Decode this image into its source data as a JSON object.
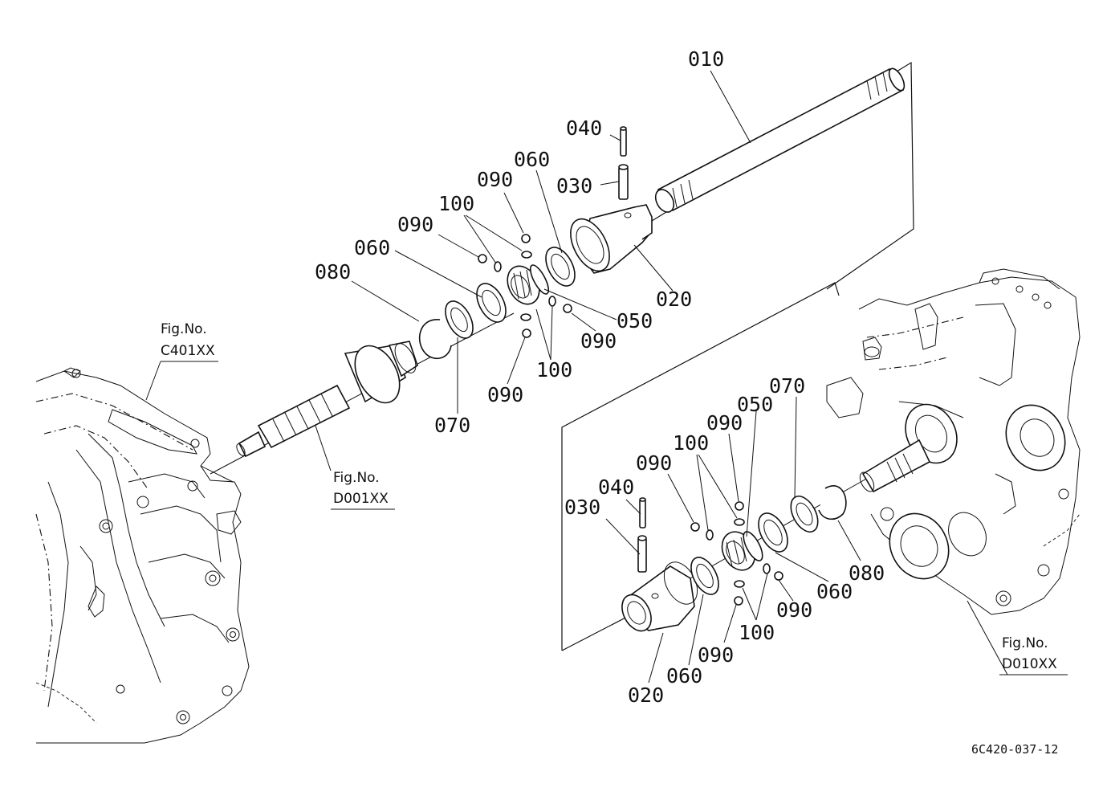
{
  "diagram_code": "6C420-037-12",
  "fig_refs": [
    {
      "label": "Fig.No.",
      "code": "C401XX"
    },
    {
      "label": "Fig.No.",
      "code": "D001XX"
    },
    {
      "label": "Fig.No.",
      "code": "D010XX"
    }
  ],
  "upper_callouts": [
    "010",
    "040",
    "030",
    "060",
    "090",
    "100",
    "090",
    "060",
    "080",
    "020",
    "050",
    "090",
    "100",
    "090",
    "070"
  ],
  "lower_callouts": [
    "070",
    "050",
    "090",
    "100",
    "090",
    "040",
    "030",
    "080",
    "060",
    "090",
    "100",
    "090",
    "060",
    "020"
  ]
}
